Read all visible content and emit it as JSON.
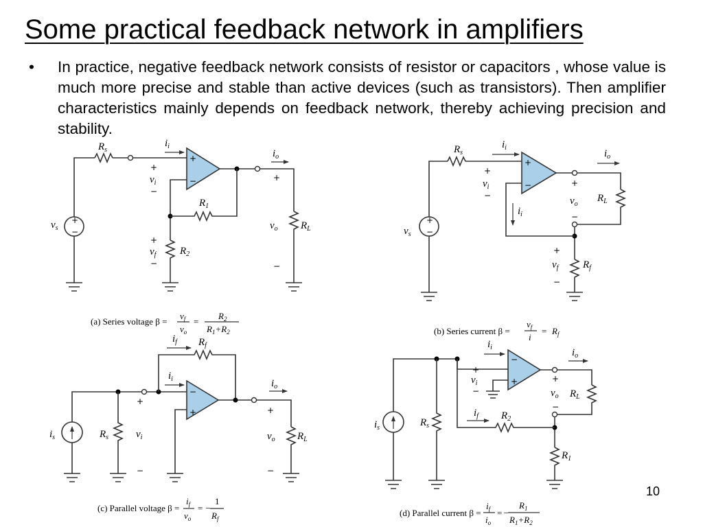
{
  "title": "Some practical feedback network in amplifiers",
  "bullet": "In practice, negative feedback network consists of resistor or capacitors , whose value is much more precise and stable than active devices (such as transistors). Then amplifier characteristics mainly depends on feedback network, thereby achieving precision and stability.",
  "bullet_marker": "•",
  "page_number": "10",
  "colors": {
    "amplifier_fill": "#a9cfe9",
    "wire": "#333333"
  },
  "symbols": {
    "plus": "+",
    "minus": "−",
    "equals": "=",
    "minus_sign": "−",
    "plus_sign": "+"
  },
  "circuit_a": {
    "caption": "(a) Series voltage β =",
    "labels": {
      "Rs": "R",
      "Rs_sub": "s",
      "ii": "i",
      "ii_sub": "i",
      "io": "i",
      "io_sub": "o",
      "vi": "v",
      "vi_sub": "i",
      "vs": "v",
      "vs_sub": "s",
      "vf": "v",
      "vf_sub": "f",
      "vo": "v",
      "vo_sub": "o",
      "R1": "R",
      "R1_sub": "1",
      "R2": "R",
      "R2_sub": "2",
      "RL": "R",
      "RL_sub": "L"
    },
    "formula": {
      "num1": "v",
      "num1_sub": "f",
      "den1": "v",
      "den1_sub": "o",
      "num2": "R",
      "num2_sub": "2",
      "den2": "R",
      "den2_sub_a": "1",
      "den2_b": "R",
      "den2_sub_b": "2"
    }
  },
  "circuit_b": {
    "caption": "(b) Series current β =",
    "labels": {
      "Rs": "R",
      "Rs_sub": "s",
      "ii": "i",
      "ii_sub": "i",
      "io": "i",
      "io_sub": "o",
      "vi": "v",
      "vi_sub": "i",
      "vs": "v",
      "vs_sub": "s",
      "ii2": "i",
      "ii2_sub": "i",
      "vo": "v",
      "vo_sub": "o",
      "RL": "R",
      "RL_sub": "L",
      "vf": "v",
      "vf_sub": "f",
      "Rf": "R",
      "Rf_sub": "f"
    },
    "formula": {
      "num": "v",
      "num_sub": "f",
      "den": "i",
      "rhs": "R",
      "rhs_sub": "f"
    }
  },
  "circuit_c": {
    "caption": "(c) Parallel voltage β =",
    "labels": {
      "if": "i",
      "if_sub": "f",
      "Rf": "R",
      "Rf_sub": "f",
      "ii": "i",
      "ii_sub": "i",
      "io": "i",
      "io_sub": "o",
      "is": "i",
      "is_sub": "s",
      "Rs": "R",
      "Rs_sub": "s",
      "vi": "v",
      "vi_sub": "i",
      "vo": "v",
      "vo_sub": "o",
      "RL": "R",
      "RL_sub": "L"
    },
    "formula": {
      "num": "i",
      "num_sub": "f",
      "den": "v",
      "den_sub": "o",
      "num2": "1",
      "den2": "R",
      "den2_sub": "f"
    }
  },
  "circuit_d": {
    "caption": "(d) Parallel current β =",
    "labels": {
      "ii": "i",
      "ii_sub": "i",
      "io": "i",
      "io_sub": "o",
      "vi": "v",
      "vi_sub": "i",
      "vo": "v",
      "vo_sub": "o",
      "RL": "R",
      "RL_sub": "L",
      "if": "i",
      "if_sub": "f",
      "R2": "R",
      "R2_sub": "2",
      "is": "i",
      "is_sub": "s",
      "Rs": "R",
      "Rs_sub": "s",
      "R1": "R",
      "R1_sub": "1"
    },
    "formula": {
      "num": "i",
      "num_sub": "f",
      "den": "i",
      "den_sub": "o",
      "num2": "R",
      "num2_sub": "1",
      "den2": "R",
      "den2_sub_a": "1",
      "den2_b": "R",
      "den2_sub_b": "2"
    }
  }
}
